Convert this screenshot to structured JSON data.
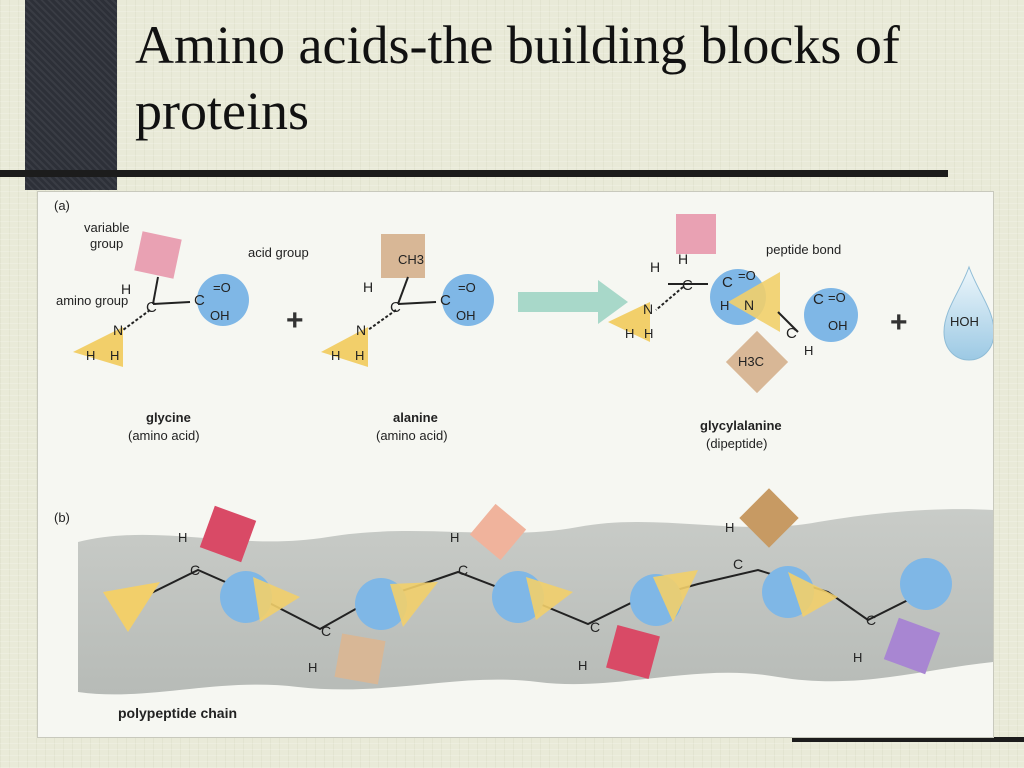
{
  "slide": {
    "title": "Amino acids-the building blocks of proteins"
  },
  "panel_a": {
    "label": "(a)",
    "variable_group_label": "variable group",
    "amino_group_label": "amino group",
    "acid_group_label": "acid group",
    "glycine_name": "glycine",
    "glycine_sub": "(amino acid)",
    "alanine_name": "alanine",
    "alanine_sub": "(amino acid)",
    "dipeptide_name": "glycylalanine",
    "dipeptide_sub": "(dipeptide)",
    "peptide_bond_label": "peptide bond",
    "water_label": "HOH",
    "ch3_label": "CH3",
    "h3c_label": "H3C",
    "plus": "+"
  },
  "panel_b": {
    "label": "(b)",
    "chain_label": "polypeptide chain"
  },
  "colors": {
    "amino_triangle": "#f2cf6a",
    "carboxyl_circle": "#7fb7e6",
    "glycine_r": "#e9a1b3",
    "alanine_r": "#d8b796",
    "red_r": "#d94a66",
    "brown_r": "#c79a63",
    "purple_r": "#a886d2",
    "peach_r": "#f0b39c",
    "arrow": "#a8d8c9",
    "water": "#cfe6f4"
  }
}
